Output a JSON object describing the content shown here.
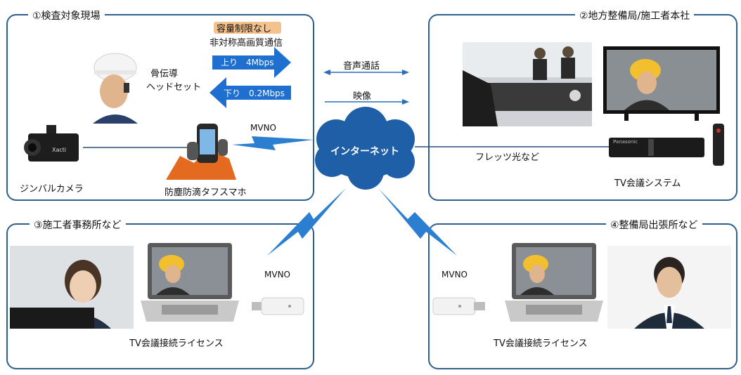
{
  "panels": {
    "site": {
      "title": "①検査対象現場"
    },
    "hq": {
      "title": "②地方整備局/施工者本社"
    },
    "office": {
      "title": "③施工者事務所など"
    },
    "branch": {
      "title": "④整備局出張所など"
    }
  },
  "site": {
    "capacity_badge": "容量制限なし",
    "transmission": "非対称高画質通信",
    "uplink": "上り　4Mbps",
    "downlink": "下り　0.2Mbps",
    "headset_line1": "骨伝導",
    "headset_line2": "ヘッドセット",
    "mvno": "MVNO",
    "camera_label": "ジンバルカメラ",
    "camera_brand": "Xacti",
    "phone_label": "防塵防滴タフスマホ"
  },
  "center": {
    "voice": "音声通話",
    "video": "映像",
    "cloud": "インターネット",
    "fiber": "フレッツ光など"
  },
  "hq": {
    "system_label": "TV会議システム",
    "system_brand": "Panasonic"
  },
  "office": {
    "mvno": "MVNO",
    "license": "TV会議接続ライセンス"
  },
  "branch": {
    "mvno": "MVNO",
    "license": "TV会議接続ライセンス"
  },
  "colors": {
    "panel_border": "#2e5f8e",
    "arrow_blue": "#1f6fd1",
    "badge_orange": "#f3c28d",
    "cloud_blue": "#1f5fa8",
    "lightning_blue": "#2c7fd0"
  }
}
